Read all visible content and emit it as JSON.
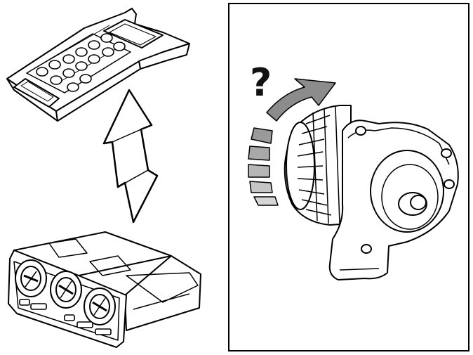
{
  "illustration": {
    "left_group": {
      "top_item": "diagnostic-tester-handset",
      "connector": "double-headed-arrow",
      "bottom_item": "climate-control-panel"
    },
    "right_panel": {
      "item": "blower-fan-motor",
      "rotation_indicator": "curved-gradient-arrow",
      "symbol": "?"
    },
    "colors": {
      "line": "#000000",
      "background": "#ffffff",
      "arrow_fill": "#8c8c8c"
    }
  }
}
